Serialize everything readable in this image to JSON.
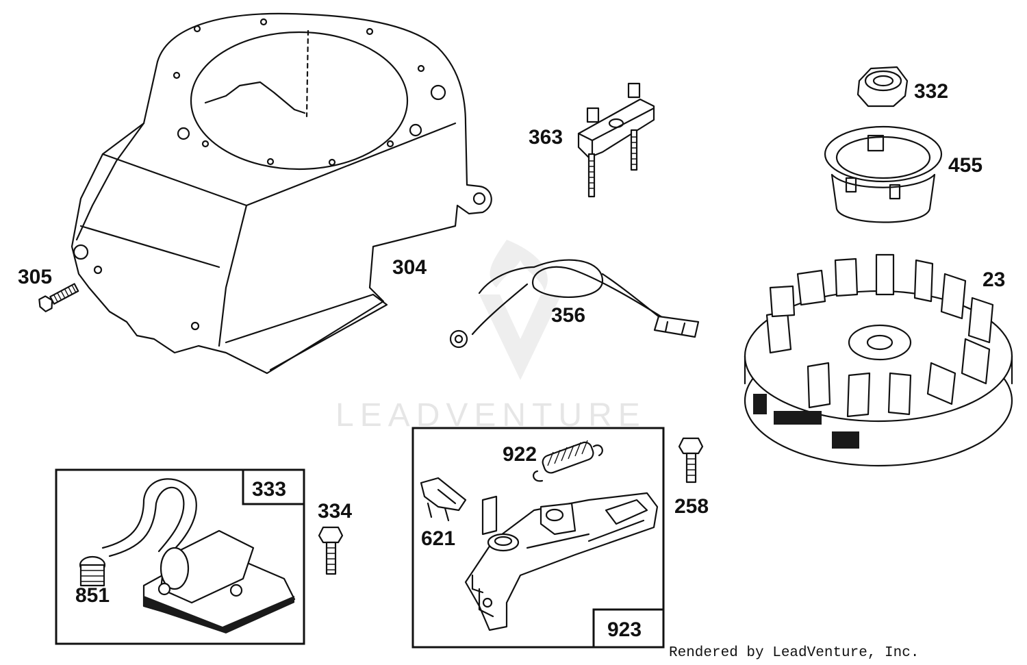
{
  "diagram": {
    "callouts": {
      "p304": "304",
      "p305": "305",
      "p363": "363",
      "p356": "356",
      "p332": "332",
      "p455": "455",
      "p23": "23",
      "p333": "333",
      "p334": "334",
      "p851": "851",
      "p922": "922",
      "p621": "621",
      "p923": "923",
      "p258": "258"
    },
    "watermark": "LEADVENTURE",
    "footer": "Rendered by LeadVenture, Inc."
  }
}
